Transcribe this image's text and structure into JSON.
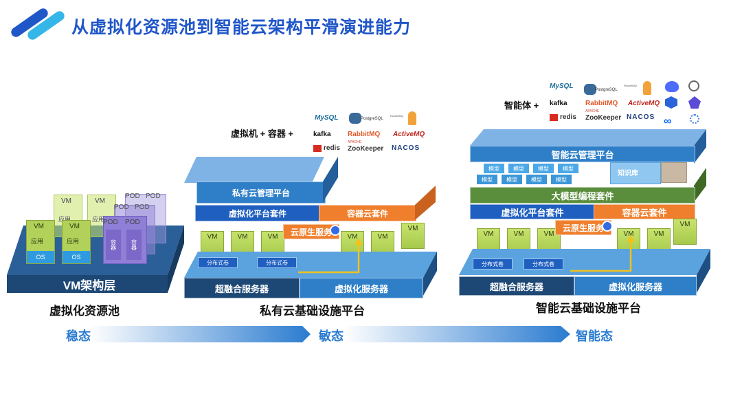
{
  "header": {
    "title": "从虚拟化资源池到智能云架构平滑演进能力"
  },
  "colors": {
    "title": "#1f56c8",
    "platform_top": "#2f7fc8",
    "virt_suite": "#1f5fc0",
    "container_suite": "#ef7f2d",
    "llm_suite": "#5a8e3c",
    "base": "#245a8c",
    "vm": "#b2d15a",
    "os": "#2f9adf"
  },
  "pool": {
    "base_label": "VM架构层",
    "vm_label": "VM",
    "app_label": "应用",
    "os_label": "OS",
    "pod_label": "POD",
    "container_label": "容器",
    "caption": "虚拟化资源池"
  },
  "private": {
    "stack_label": "虚拟机 + 容器 +",
    "mgmt": "私有云管理平台",
    "virt_suite": "虚拟化平台套件",
    "container_suite": "容器云套件",
    "cloud_native": "云原生服务",
    "dist_volume": "分布式卷",
    "hci": "超融合服务器",
    "virt_server": "虚拟化服务器",
    "caption": "私有云基础设施平台"
  },
  "intel": {
    "stack_label": "智能体 +",
    "mgmt": "智能云管理平台",
    "model_label": "模型",
    "kb_label": "知识库",
    "llm_suite": "大模型编程套件",
    "virt_suite": "虚拟化平台套件",
    "container_suite": "容器云套件",
    "cloud_native": "云原生服务",
    "dist_volume": "分布式卷",
    "hci": "超融合服务器",
    "virt_server": "虚拟化服务器",
    "caption": "智能云基础设施平台"
  },
  "logos": {
    "mysql": "MySQL",
    "postgres": "PostgreSQL",
    "rocketmq": "RocketMQ",
    "kafka": "kafka",
    "rabbitmq": "RabbitMQ",
    "activemq": "ActiveMQ",
    "redis": "redis",
    "zookeeper": "ZooKeeper",
    "nacos": "NACOS",
    "apache": "APACHE"
  },
  "stages": {
    "s1": "稳态",
    "s2": "敏态",
    "s3": "智能态"
  }
}
